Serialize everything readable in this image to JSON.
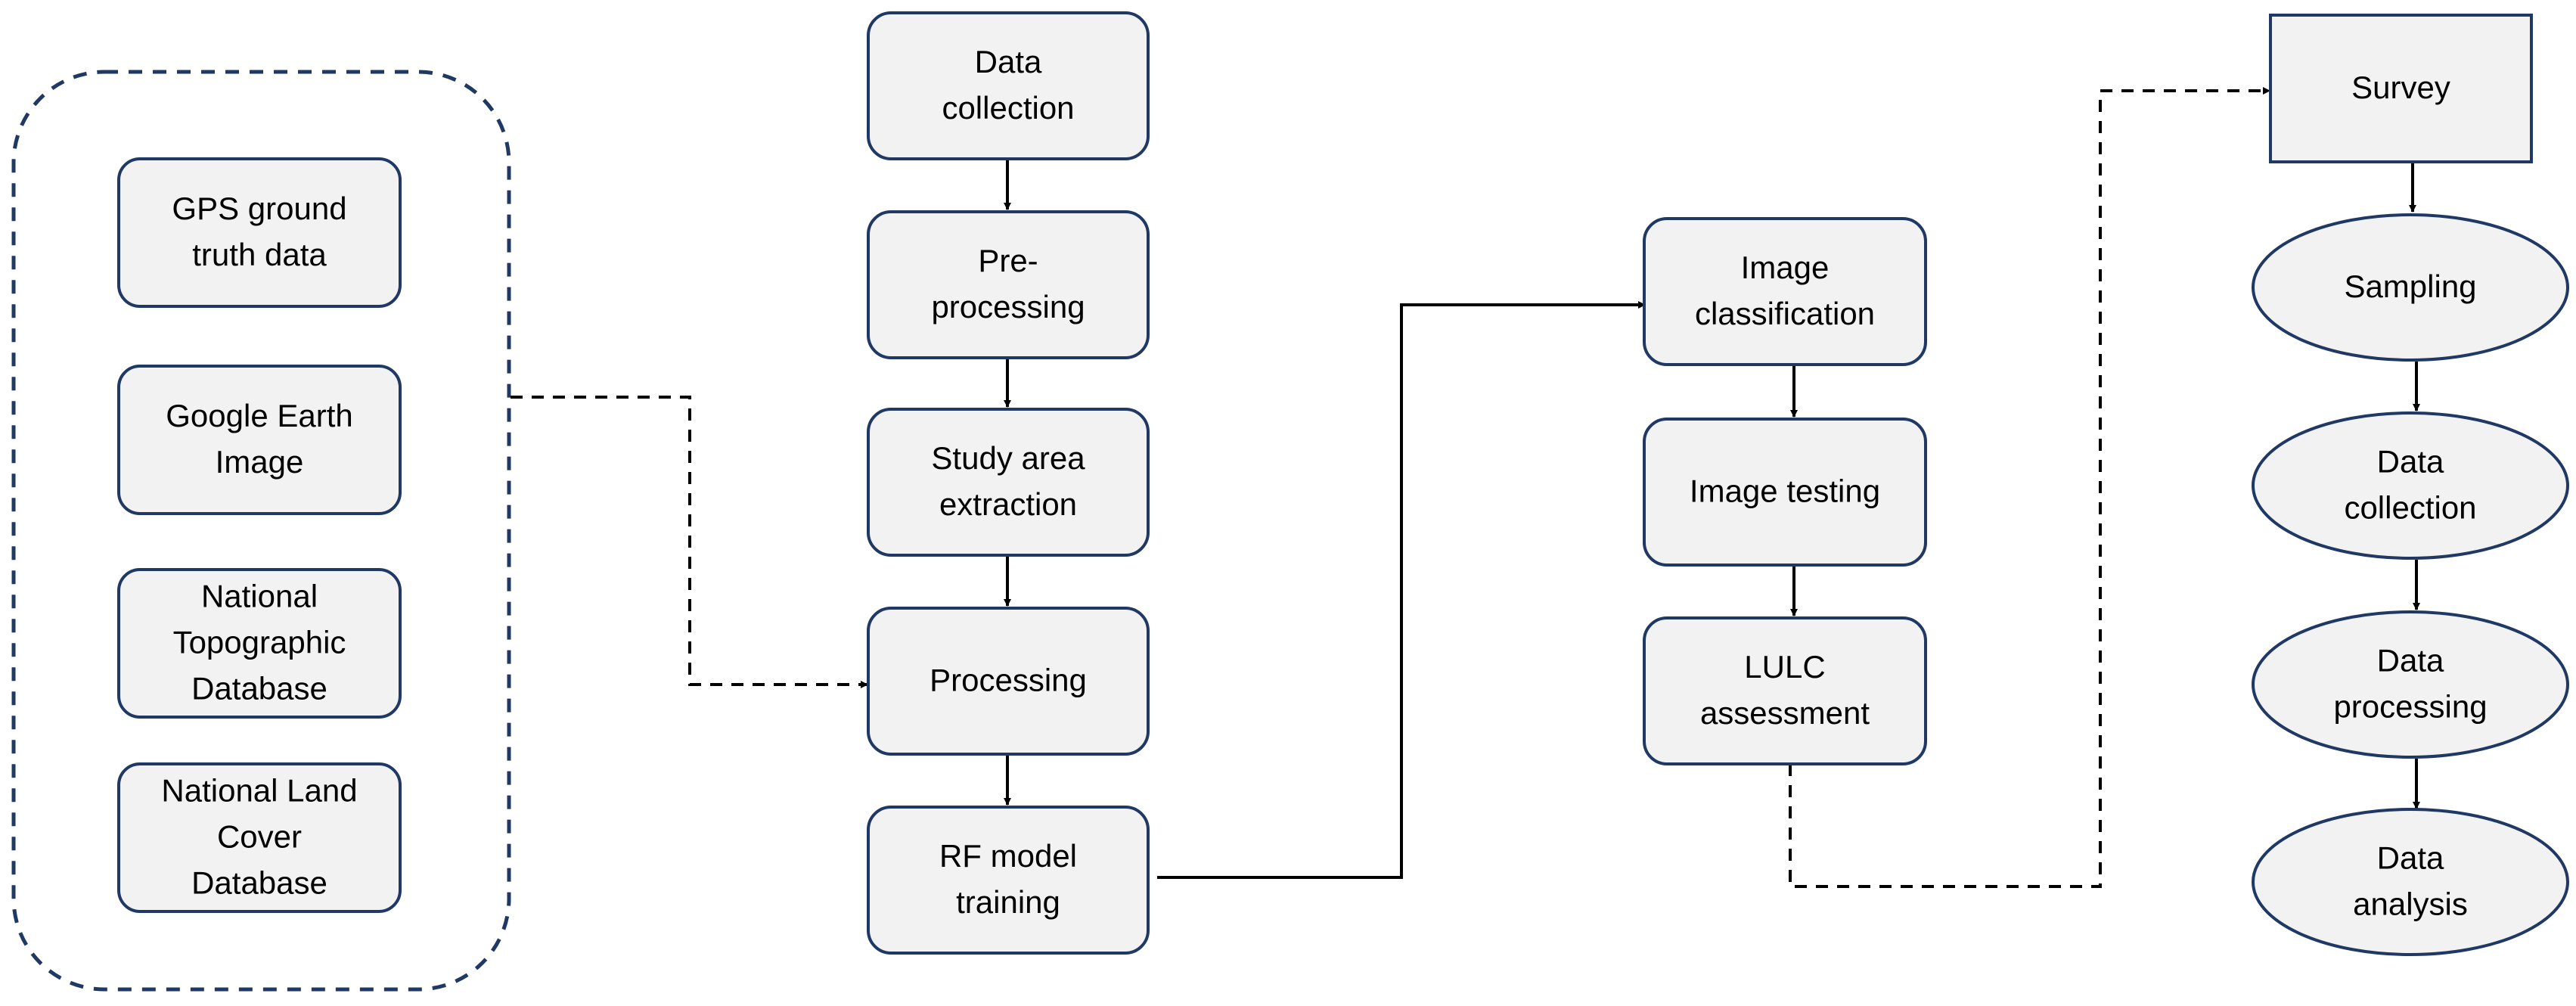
{
  "colors": {
    "node_fill": "#f2f2f2",
    "node_stroke": "#1f3864",
    "connector": "#000000",
    "group_border": "#1f3864"
  },
  "sources": [
    {
      "label": "GPS ground truth data",
      "lines": [
        "GPS ground",
        "truth data"
      ]
    },
    {
      "label": "Google Earth Image",
      "lines": [
        "Google Earth",
        "Image"
      ]
    },
    {
      "label": "National Topographic Database",
      "lines": [
        "National",
        "Topographic",
        "Database"
      ]
    },
    {
      "label": "National Land Cover Database",
      "lines": [
        "National Land",
        "Cover",
        "Database"
      ]
    }
  ],
  "workflow": [
    {
      "label": "Data collection",
      "lines": [
        "Data",
        "collection"
      ]
    },
    {
      "label": "Pre-processing",
      "lines": [
        "Pre-",
        "processing"
      ]
    },
    {
      "label": "Study area extraction",
      "lines": [
        "Study area",
        "extraction"
      ]
    },
    {
      "label": "Processing",
      "lines": [
        "Processing"
      ]
    },
    {
      "label": "RF model training",
      "lines": [
        "RF model",
        "training"
      ]
    }
  ],
  "classification": [
    {
      "label": "Image classification",
      "lines": [
        "Image",
        "classification"
      ]
    },
    {
      "label": "Image testing",
      "lines": [
        "Image testing"
      ]
    },
    {
      "label": "LULC assessment",
      "lines": [
        "LULC",
        "assessment"
      ]
    }
  ],
  "survey": {
    "title": {
      "label": "Survey",
      "lines": [
        "Survey"
      ]
    },
    "steps": [
      {
        "label": "Sampling",
        "lines": [
          "Sampling"
        ]
      },
      {
        "label": "Data collection",
        "lines": [
          "Data",
          "collection"
        ]
      },
      {
        "label": "Data processing",
        "lines": [
          "Data",
          "processing"
        ]
      },
      {
        "label": "Data analysis",
        "lines": [
          "Data",
          "analysis"
        ]
      }
    ]
  }
}
